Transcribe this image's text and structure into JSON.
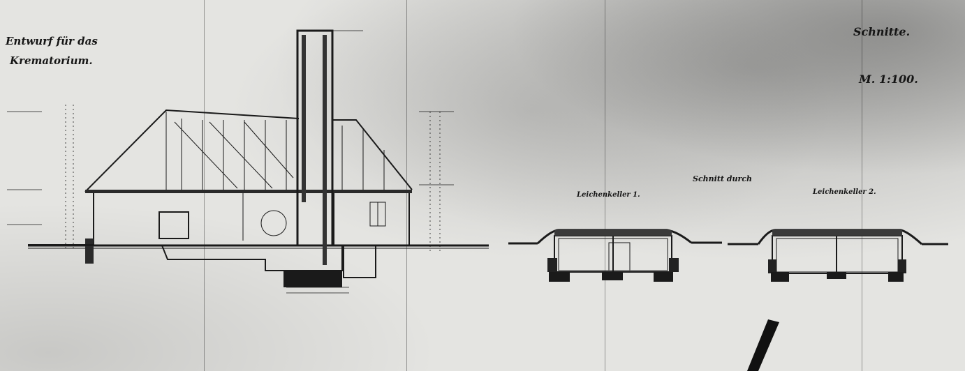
{
  "drawing": {
    "title_line1": "Entwurf für das",
    "title_line2": "Krematorium.",
    "sections_title": "Schnitte.",
    "scale": "M. 1:100.",
    "section_through": "Schnitt durch",
    "cellar_1": "Leichenkeller 1.",
    "cellar_2": "Leichenkeller 2."
  },
  "colors": {
    "paper": "#e4e4e1",
    "ink": "#151515",
    "border": "#0d0d0d"
  }
}
